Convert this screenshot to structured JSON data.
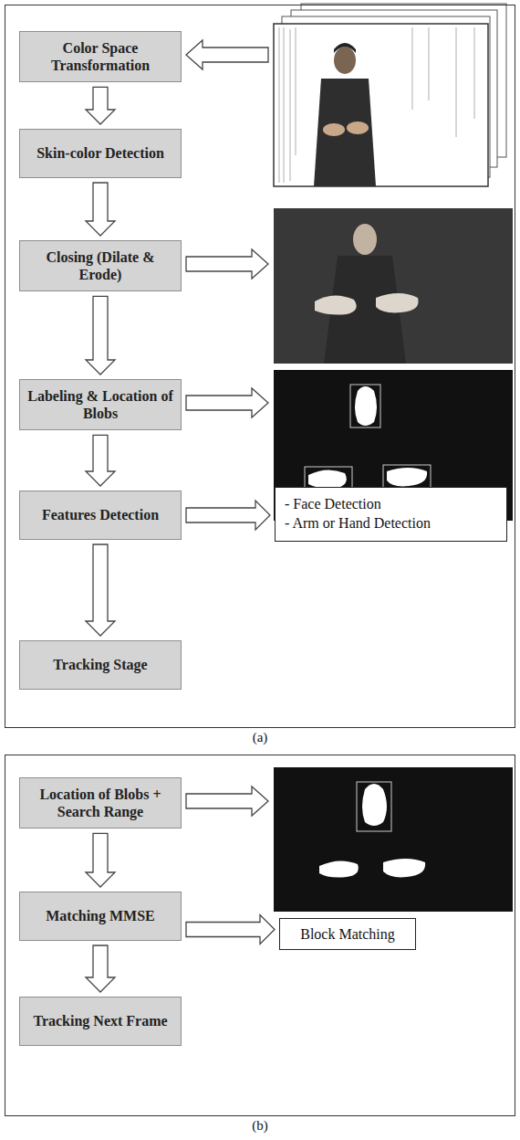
{
  "diagram": {
    "nodes": [
      {
        "text": [
          "(a)"
        ]
      },
      {
        "text": [
          "Color Space Transformation"
        ],
        "in": 0
      },
      {
        "text": [
          "Skin-color Detection"
        ],
        "in": 0
      },
      {
        "text": [
          "Closing (Dilate & Erode)"
        ],
        "in": 0
      },
      {
        "text": [
          "Labeling & Location of Blobs"
        ],
        "in": 0
      },
      {
        "text": [
          "Features Detection"
        ],
        "in": 0
      },
      {
        "text": [
          "Tracking Stage"
        ],
        "in": 0
      },
      {
        "text": [
          "- Face Detection",
          "- Arm or Hand Detection"
        ],
        "in": 0
      },
      {
        "text": [
          "(b)"
        ]
      },
      {
        "text": [
          "Location of Blobs + Search Range"
        ],
        "in": 8
      },
      {
        "text": [
          "Matching MMSE"
        ],
        "in": 8
      },
      {
        "text": [
          "Block Matching"
        ],
        "in": 8
      },
      {
        "text": [
          "Tracking Next Frame"
        ],
        "in": 8
      }
    ],
    "edges": [
      {
        "from": 1,
        "to": 2,
        "arrow": "to"
      },
      {
        "from": 2,
        "to": 3,
        "arrow": "to"
      },
      {
        "from": 3,
        "to": 4,
        "arrow": "to"
      },
      {
        "from": 4,
        "to": 5,
        "arrow": "to"
      },
      {
        "from": 5,
        "to": 6,
        "arrow": "to"
      },
      {
        "from": 5,
        "to": 7,
        "arrow": "to"
      },
      {
        "from": 9,
        "to": 10,
        "arrow": "to"
      },
      {
        "from": 10,
        "to": 11,
        "arrow": "to"
      },
      {
        "from": 10,
        "to": 12,
        "arrow": "to"
      }
    ]
  }
}
